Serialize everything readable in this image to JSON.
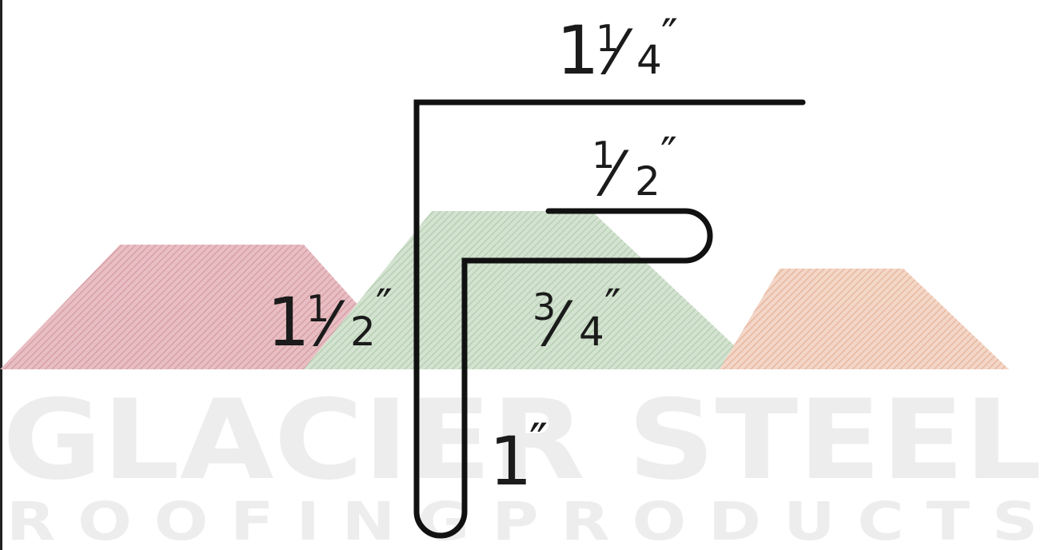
{
  "diagram": {
    "labels": {
      "top_flange": {
        "whole": "1",
        "num": "1",
        "den": "4",
        "unit": "″"
      },
      "hem_return": {
        "whole": "",
        "num": "1",
        "den": "2",
        "unit": "″"
      },
      "inner_leg": {
        "whole": "",
        "num": "3",
        "den": "4",
        "unit": "″"
      },
      "height": {
        "whole": "1",
        "num": "1",
        "den": "2",
        "unit": "″"
      },
      "bottom_hem": {
        "whole": "1",
        "num": "",
        "den": "",
        "unit": "″"
      }
    }
  },
  "watermark": {
    "brand_name": "GLACIER STEEL",
    "tagline": "R O O F I N G   P R O D U C T S",
    "roof_colors": [
      "#d9a3a9",
      "#b9d1b6",
      "#ecbfa8"
    ],
    "text_color": "#ececec"
  },
  "colors": {
    "profile_stroke": "#111111",
    "label_text": "#1b1b1b",
    "frame_line": "#222222"
  }
}
